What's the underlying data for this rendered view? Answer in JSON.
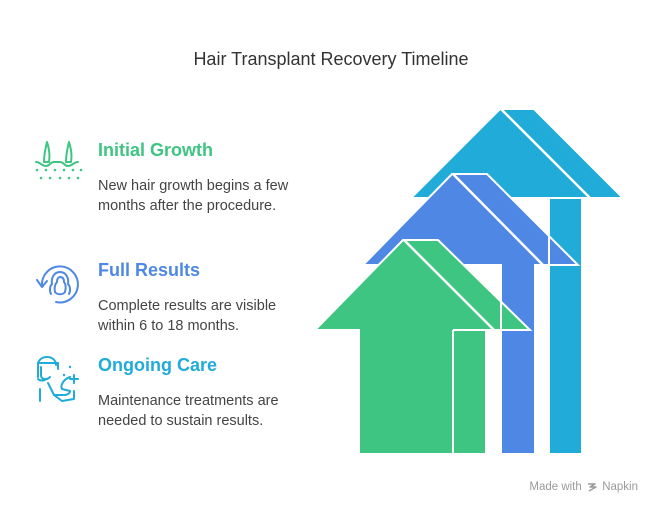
{
  "title": "Hair Transplant Recovery Timeline",
  "colors": {
    "green": "#3EC581",
    "blue": "#4E88E4",
    "cyan": "#20ABD9",
    "text": "#444444"
  },
  "items": [
    {
      "heading": "Initial Growth",
      "description": "New hair growth begins a few months after the procedure.",
      "icon": "hair-follicle-icon",
      "color": "#3EC581"
    },
    {
      "heading": "Full Results",
      "description": "Complete results are visible within 6 to 18 months.",
      "icon": "head-cycle-icon",
      "color": "#4E88E4"
    },
    {
      "heading": "Ongoing Care",
      "description": "Maintenance treatments are needed to sustain results.",
      "icon": "doctor-care-icon",
      "color": "#20ABD9"
    }
  ],
  "footer": {
    "made_with": "Made with",
    "brand": "Napkin",
    "brand_icon": "napkin-logo-icon"
  }
}
